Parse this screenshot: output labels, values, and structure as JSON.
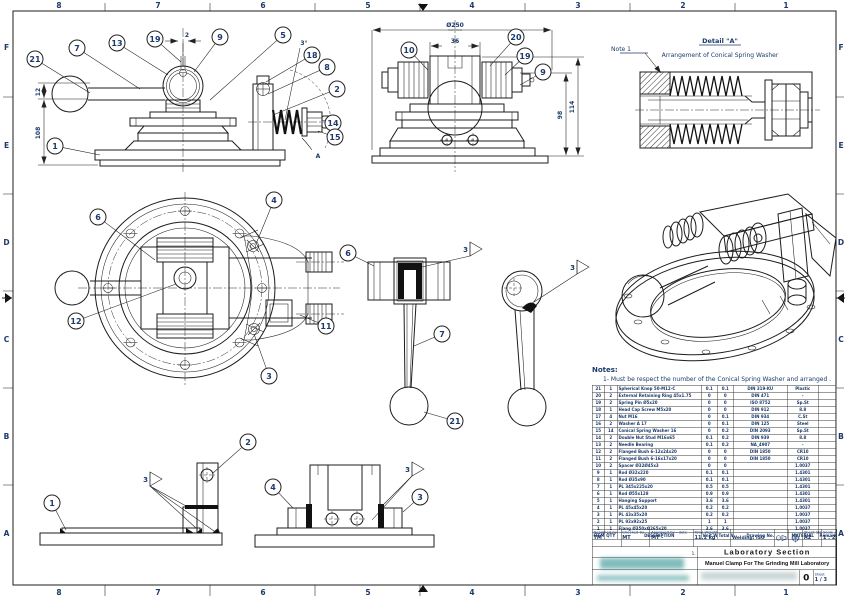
{
  "border": {
    "cols": [
      "8",
      "7",
      "6",
      "5",
      "4",
      "3",
      "2",
      "1"
    ],
    "rows": [
      "F",
      "E",
      "D",
      "C",
      "B",
      "A"
    ]
  },
  "dims": {
    "front": {
      "gap": "2",
      "h12": "12",
      "h108": "108",
      "angle": "3°",
      "detail_mark": "A"
    },
    "side": {
      "dia": "Ø250",
      "w36": "36",
      "h98": "98",
      "h114": "114"
    }
  },
  "weld_flag": "3",
  "detail_a": {
    "note": "Note 1",
    "title": "Detail \"A\"",
    "subtitle": "Arrangement of Conical Spring Washer"
  },
  "notes": {
    "heading": "Notes:",
    "line1": "1- Must be respect the number of the Conical Spring Washer and arranged ."
  },
  "balloons": {
    "front": [
      "21",
      "7",
      "13",
      "19",
      "9",
      "5",
      "18",
      "8",
      "2",
      "14",
      "15",
      "1"
    ],
    "side": [
      "10",
      "20",
      "19",
      "9"
    ],
    "plan": [
      "6",
      "4",
      "12",
      "11",
      "3"
    ],
    "handle": [
      "6",
      "7",
      "21"
    ],
    "weld1": [
      "1",
      "2"
    ],
    "weld2": [
      "4",
      "3"
    ]
  },
  "parts_list": {
    "headers": [
      "ITEM",
      "QTY",
      "DESCRIPTION",
      "Unit Weight",
      "Total Weight",
      "Drawing No.",
      "MATERIAL",
      "Remarks"
    ],
    "rows": [
      [
        "21",
        "1",
        "Spherical Knop 50-M12-C",
        "0.1",
        "0.1",
        "DIN 319-KU",
        "Plastic",
        ""
      ],
      [
        "20",
        "2",
        "External Retaining Ring 45x1.75",
        "0",
        "0",
        "DIN 471",
        "-",
        ""
      ],
      [
        "19",
        "2",
        "Spring Pin Ø5x20",
        "0",
        "0",
        "ISO 8752",
        "Sp.St",
        ""
      ],
      [
        "18",
        "1",
        "Head Cap Screw M5x20",
        "0",
        "0",
        "DIN 912",
        "8.8",
        ""
      ],
      [
        "17",
        "4",
        "Nut M16",
        "0",
        "0.1",
        "DIN 934",
        "C.St",
        ""
      ],
      [
        "16",
        "2",
        "Washer A 17",
        "0",
        "0.1",
        "DIN 125",
        "Steel",
        ""
      ],
      [
        "15",
        "14",
        "Conical Spring Washer 16",
        "0",
        "0.2",
        "DIN 2093",
        "Sp.St",
        ""
      ],
      [
        "14",
        "2",
        "Double Nut Stud M16x65",
        "0.1",
        "0.2",
        "DIN 939",
        "8.8",
        ""
      ],
      [
        "13",
        "2",
        "Needle Bearing",
        "0.1",
        "0.2",
        "NA_4907",
        "-",
        ""
      ],
      [
        "12",
        "2",
        "Flanged Bush 6-12x24x20",
        "0",
        "0",
        "DIN 1850",
        "CR10",
        ""
      ],
      [
        "11",
        "2",
        "Flanged Bush 6-16x17x20",
        "0",
        "0",
        "DIN 1850",
        "CR10",
        ""
      ],
      [
        "10",
        "2",
        "Spacer Ø32Ø45x3",
        "0",
        "0",
        "",
        "1.0037",
        ""
      ],
      [
        "9",
        "1",
        "Rod Ø32x220",
        "0.1",
        "0.1",
        "",
        "1.4301",
        ""
      ],
      [
        "8",
        "1",
        "Rod Ø35x90",
        "0.1",
        "0.1",
        "",
        "1.4301",
        ""
      ],
      [
        "7",
        "1",
        "PL 345x225x20",
        "0.5",
        "0.5",
        "",
        "1.4301",
        ""
      ],
      [
        "6",
        "1",
        "Rod Ø55x128",
        "0.9",
        "0.9",
        "",
        "1.4301",
        ""
      ],
      [
        "5",
        "1",
        "Hanging Support",
        "3.6",
        "3.6",
        "",
        "1.4301",
        ""
      ],
      [
        "4",
        "1",
        "PL 45x45x20",
        "0.2",
        "0.2",
        "",
        "1.0037",
        ""
      ],
      [
        "3",
        "1",
        "PL 43x35x20",
        "0.2",
        "0.2",
        "",
        "1.0037",
        ""
      ],
      [
        "2",
        "1",
        "PL 92x92x25",
        "1",
        "1",
        "",
        "1.0037",
        ""
      ],
      [
        "1",
        "1",
        "Flang Ø350xØ265x20",
        "3.6",
        "3.6",
        "",
        "1.0037",
        ""
      ]
    ]
  },
  "title_block": {
    "designed_label": "Designed by",
    "designed": "TM",
    "checked_label": "Checked by",
    "checked": "MT",
    "approved_label": "Approved by - date",
    "approved": "MT -",
    "total_weight_label": "Total Weight",
    "total_weight": "11.1 kg",
    "welding": "Welding: ISO",
    "sheet_size_label": "Sheet Size",
    "sheet_size": "A2",
    "scale_label": "Scale",
    "scale": "1 : 2",
    "note_mark": "1.",
    "company": "Laboratory Section",
    "title": "Manuel Clamp For The Grinding Mill Laboratory",
    "revision": "0",
    "sheet_label": "Sheet",
    "sheet": "1 / 3"
  }
}
